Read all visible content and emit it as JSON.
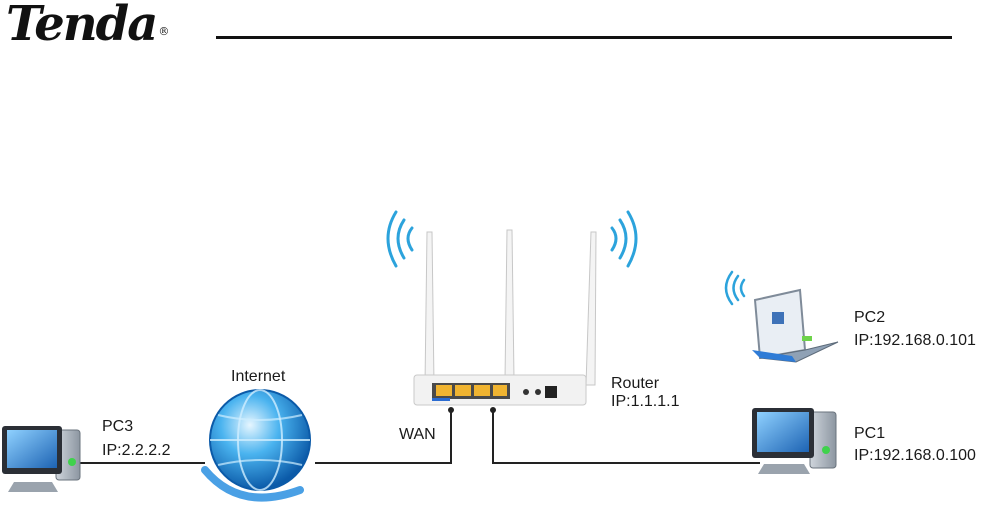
{
  "header": {
    "brand": "Tenda",
    "registered": "®"
  },
  "diagram": {
    "internet_label": "Internet",
    "wan_label": "WAN",
    "router": {
      "name": "Router",
      "ip": "IP:1.1.1.1"
    },
    "pc1": {
      "name": "PC1",
      "ip": "IP:192.168.0.100"
    },
    "pc2": {
      "name": "PC2",
      "ip": "IP:192.168.0.101"
    },
    "pc3": {
      "name": "PC3",
      "ip": "IP:2.2.2.2"
    }
  }
}
